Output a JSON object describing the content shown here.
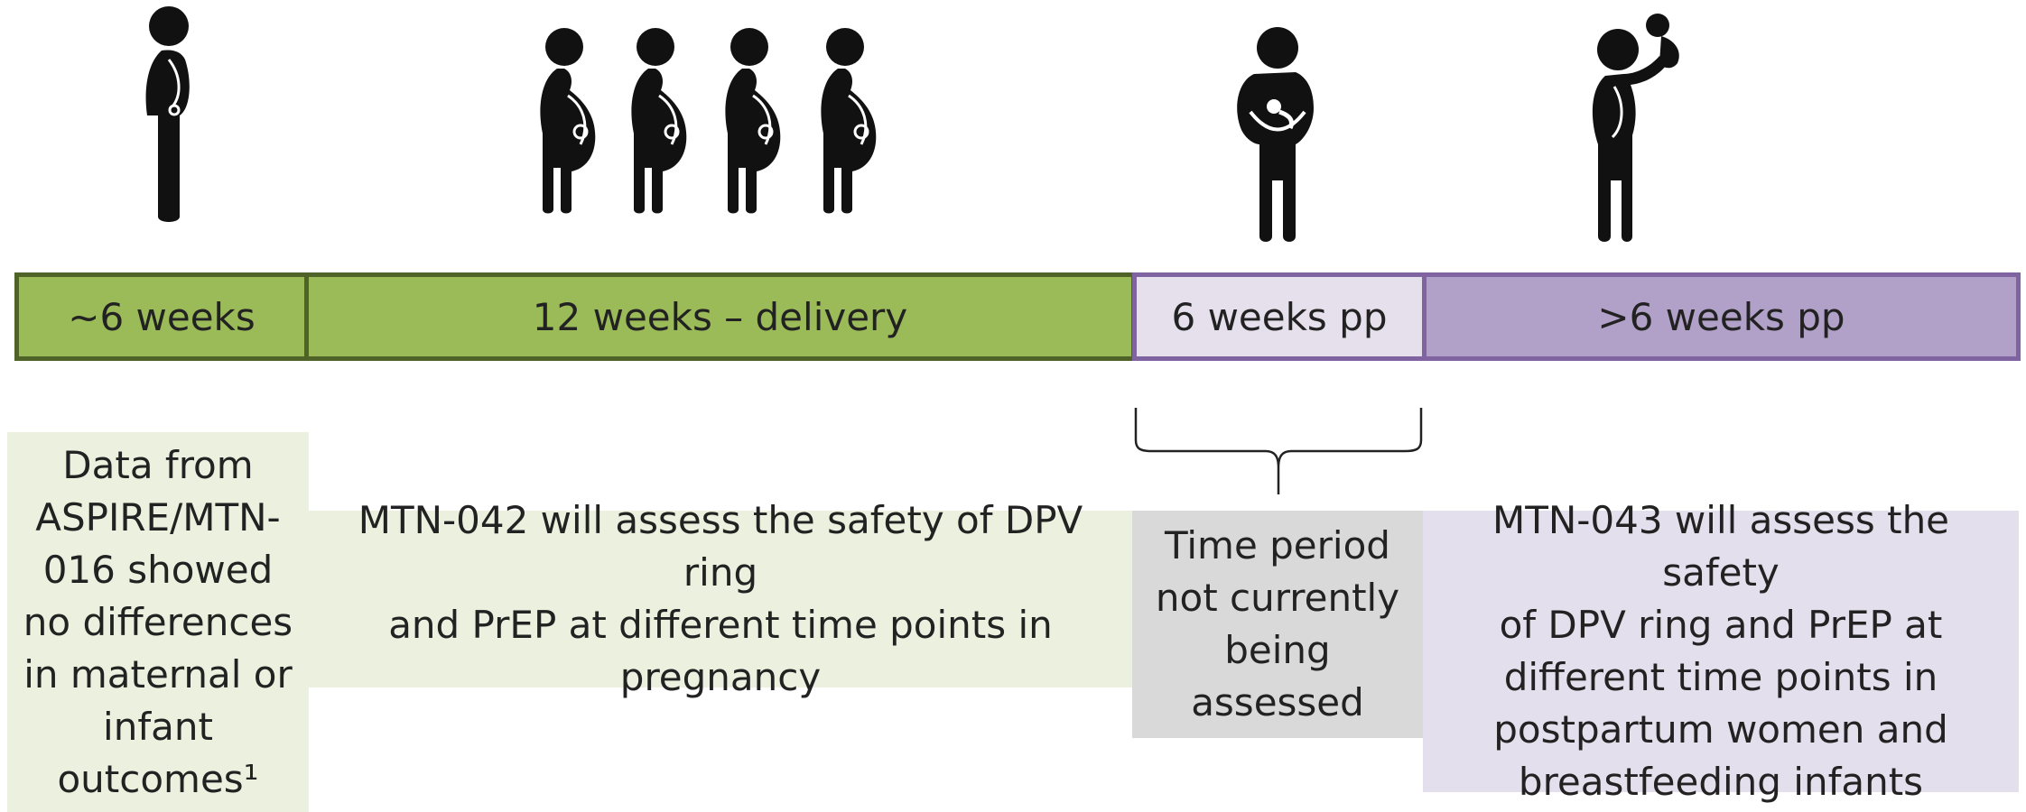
{
  "timeline": {
    "segments": [
      {
        "label": "~6 weeks"
      },
      {
        "label": "12 weeks – delivery"
      },
      {
        "label": "6 weeks pp"
      },
      {
        "label": ">6 weeks pp"
      }
    ]
  },
  "notes": {
    "aspire": [
      "Data from",
      "ASPIRE/MTN-",
      "016 showed",
      "no differences",
      "in maternal or",
      "infant",
      "outcomes¹"
    ],
    "mtn042": [
      "MTN-042 will assess the safety of DPV ring",
      "and PrEP at different time points in",
      "pregnancy"
    ],
    "gap": [
      "Time period",
      "not currently",
      "being",
      "assessed"
    ],
    "mtn043": [
      "MTN-043 will assess the safety",
      "of DPV ring and PrEP at",
      "different  time points in",
      "postpartum women and",
      "breastfeeding infants"
    ]
  },
  "colors": {
    "green_fill": "#9bbb59",
    "green_border": "#4f6228",
    "light_green": "#ebf1de",
    "lavender": "#e6e0ec",
    "purple_fill": "#b1a0c7",
    "purple_border": "#8064a2",
    "gray": "#d9d9d9"
  },
  "icons": [
    "woman-icon",
    "pregnant-woman-icon",
    "pregnant-woman-icon",
    "pregnant-woman-icon",
    "pregnant-woman-icon",
    "woman-holding-baby-icon",
    "woman-lifting-baby-icon"
  ]
}
